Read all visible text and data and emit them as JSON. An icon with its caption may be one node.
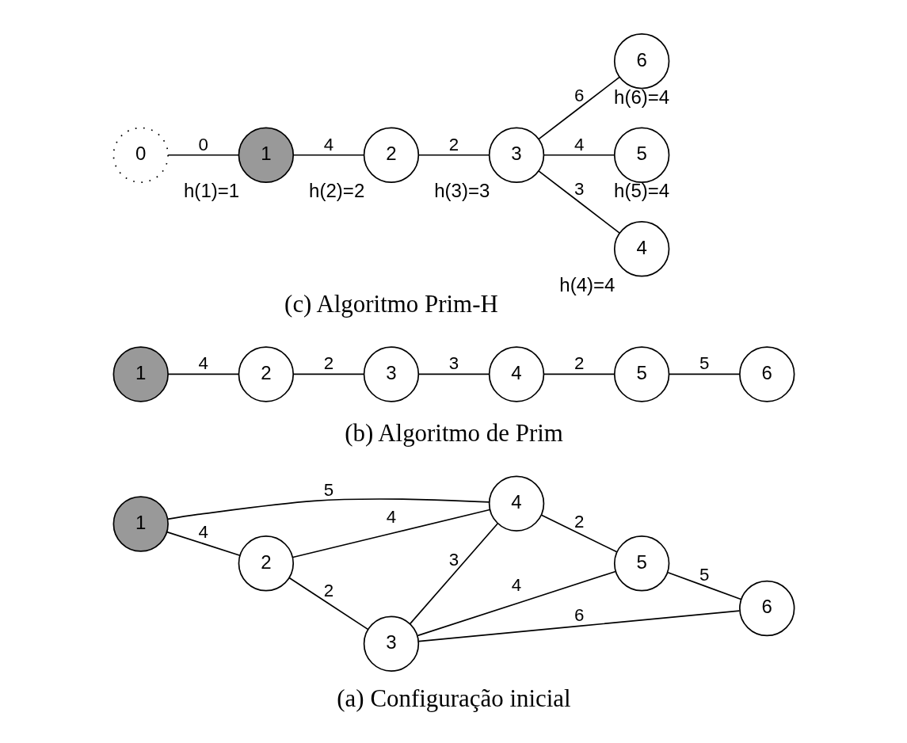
{
  "diagram": {
    "nodes": [
      {
        "text": [
          "1"
        ]
      },
      {
        "text": [
          "2"
        ]
      },
      {
        "text": [
          "3"
        ]
      },
      {
        "text": [
          "4"
        ]
      },
      {
        "text": [
          "5"
        ]
      },
      {
        "text": [
          "6"
        ]
      },
      {
        "text": [
          "1"
        ]
      },
      {
        "text": [
          "2"
        ]
      },
      {
        "text": [
          "3"
        ]
      },
      {
        "text": [
          "4"
        ]
      },
      {
        "text": [
          "5"
        ]
      },
      {
        "text": [
          "6"
        ]
      },
      {
        "text": [
          "0"
        ]
      },
      {
        "text": [
          "1"
        ],
        "beside": [
          "h(1)=1"
        ]
      },
      {
        "text": [
          "2"
        ],
        "beside": [
          "h(2)=2"
        ]
      },
      {
        "text": [
          "3"
        ],
        "beside": [
          "h(3)=3"
        ]
      },
      {
        "text": [
          "4"
        ],
        "beside": [
          "h(4)=4"
        ]
      },
      {
        "text": [
          "5"
        ],
        "beside": [
          "h(5)=4"
        ]
      },
      {
        "text": [
          "6"
        ],
        "beside": [
          "h(6)=4"
        ]
      }
    ],
    "edges": [
      {
        "from": 0,
        "to": 1,
        "arrow": "none",
        "label": "4"
      },
      {
        "from": 0,
        "to": 3,
        "arrow": "none",
        "label": "5"
      },
      {
        "from": 1,
        "to": 2,
        "arrow": "none",
        "label": "2"
      },
      {
        "from": 1,
        "to": 3,
        "arrow": "none",
        "label": "4"
      },
      {
        "from": 2,
        "to": 3,
        "arrow": "none",
        "label": "3"
      },
      {
        "from": 2,
        "to": 4,
        "arrow": "none",
        "label": "4"
      },
      {
        "from": 2,
        "to": 5,
        "arrow": "none",
        "label": "6"
      },
      {
        "from": 3,
        "to": 4,
        "arrow": "none",
        "label": "2"
      },
      {
        "from": 4,
        "to": 5,
        "arrow": "none",
        "label": "5"
      },
      {
        "from": 6,
        "to": 7,
        "arrow": "none",
        "label": "4"
      },
      {
        "from": 7,
        "to": 8,
        "arrow": "none",
        "label": "2"
      },
      {
        "from": 8,
        "to": 9,
        "arrow": "none",
        "label": "3"
      },
      {
        "from": 9,
        "to": 10,
        "arrow": "none",
        "label": "2"
      },
      {
        "from": 10,
        "to": 11,
        "arrow": "none",
        "label": "5"
      },
      {
        "from": 12,
        "to": 13,
        "arrow": "none",
        "label": "0"
      },
      {
        "from": 13,
        "to": 14,
        "arrow": "none",
        "label": "4"
      },
      {
        "from": 14,
        "to": 15,
        "arrow": "none",
        "label": "2"
      },
      {
        "from": 15,
        "to": 16,
        "arrow": "none",
        "label": "3"
      },
      {
        "from": 15,
        "to": 17,
        "arrow": "none",
        "label": "4"
      },
      {
        "from": 15,
        "to": 18,
        "arrow": "none",
        "label": "6"
      }
    ],
    "labels": [
      "(a) Configuração inicial",
      "(b) Algoritmo de Prim",
      "(c) Algoritmo Prim-H"
    ]
  }
}
